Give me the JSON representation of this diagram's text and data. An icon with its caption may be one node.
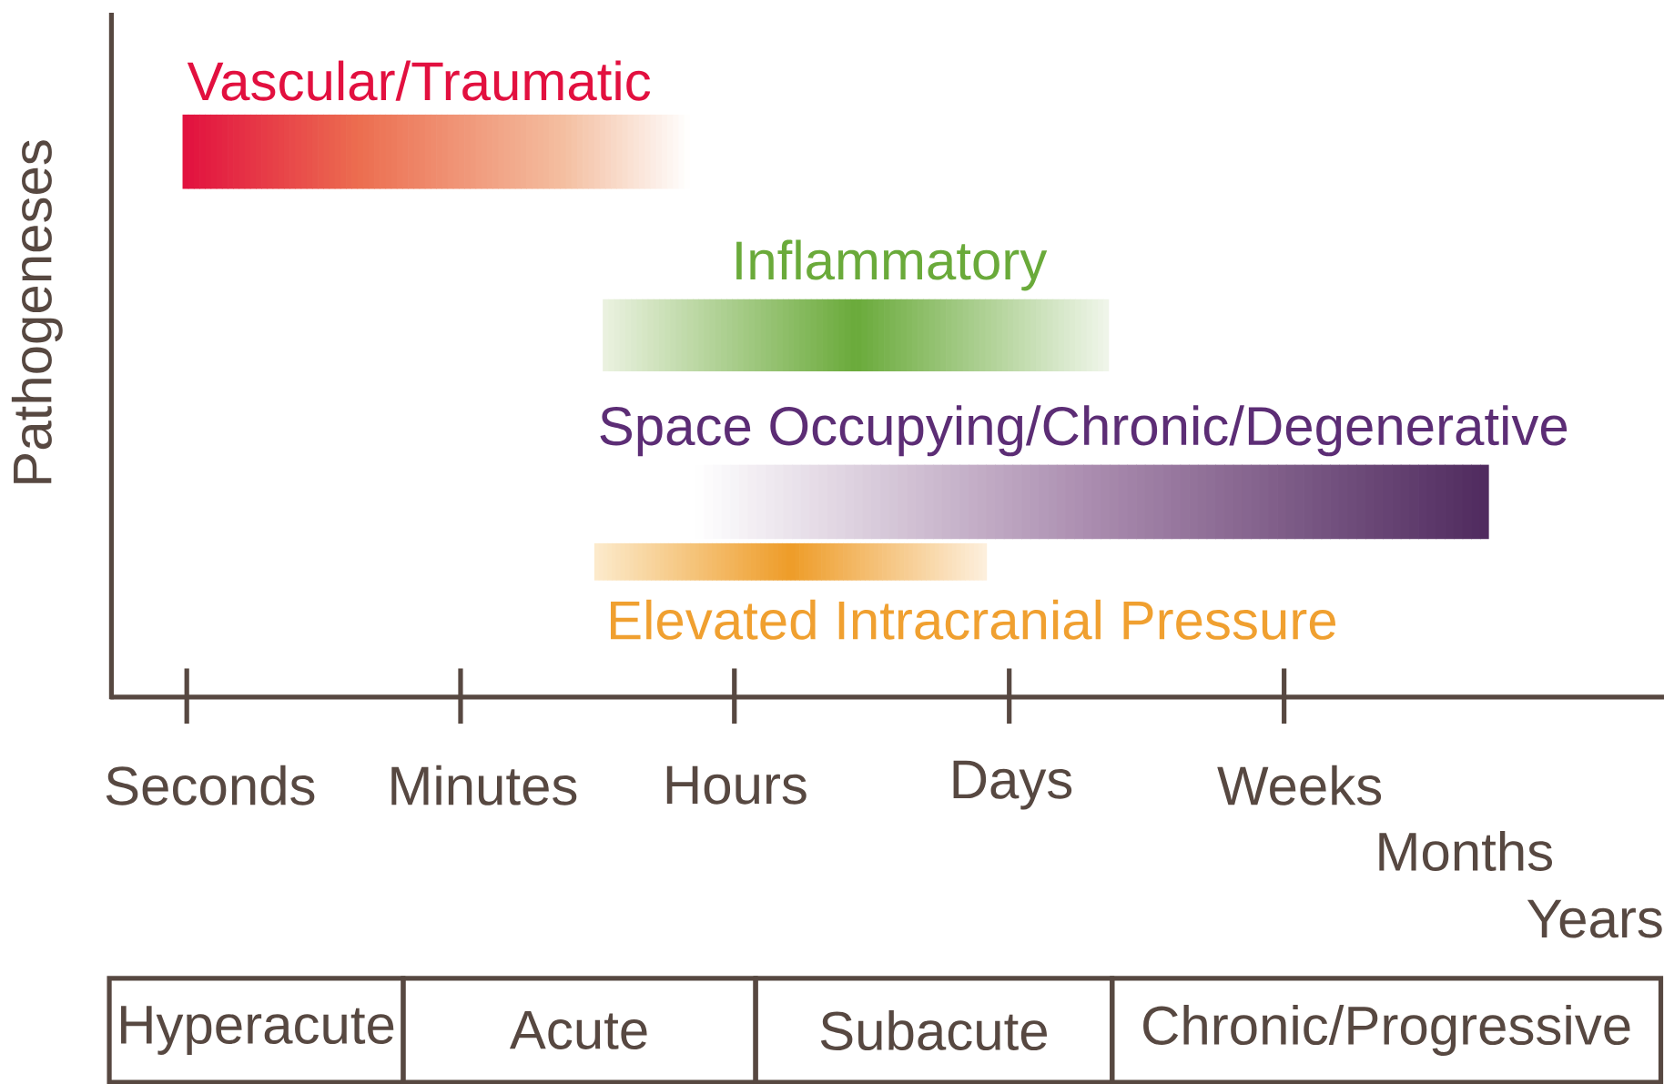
{
  "diagram": {
    "nodes": [
      {
        "text": [
          "Vascular/Traumatic"
        ]
      },
      {
        "text": [
          "Inflammatory"
        ]
      },
      {
        "text": [
          "Space Occupying/Chronic/Degenerative"
        ]
      },
      {
        "text": [
          "Elevated Intracranial Pressure"
        ]
      },
      {
        "text": [
          "Hyperacute"
        ]
      },
      {
        "text": [
          "Acute"
        ]
      },
      {
        "text": [
          "Subacute"
        ]
      },
      {
        "text": [
          "Chronic/Progressive"
        ]
      }
    ],
    "labels": [
      "Pathogeneses",
      "Seconds",
      "Minutes",
      "Hours",
      "Days",
      "Weeks",
      "Months",
      "Years"
    ]
  }
}
